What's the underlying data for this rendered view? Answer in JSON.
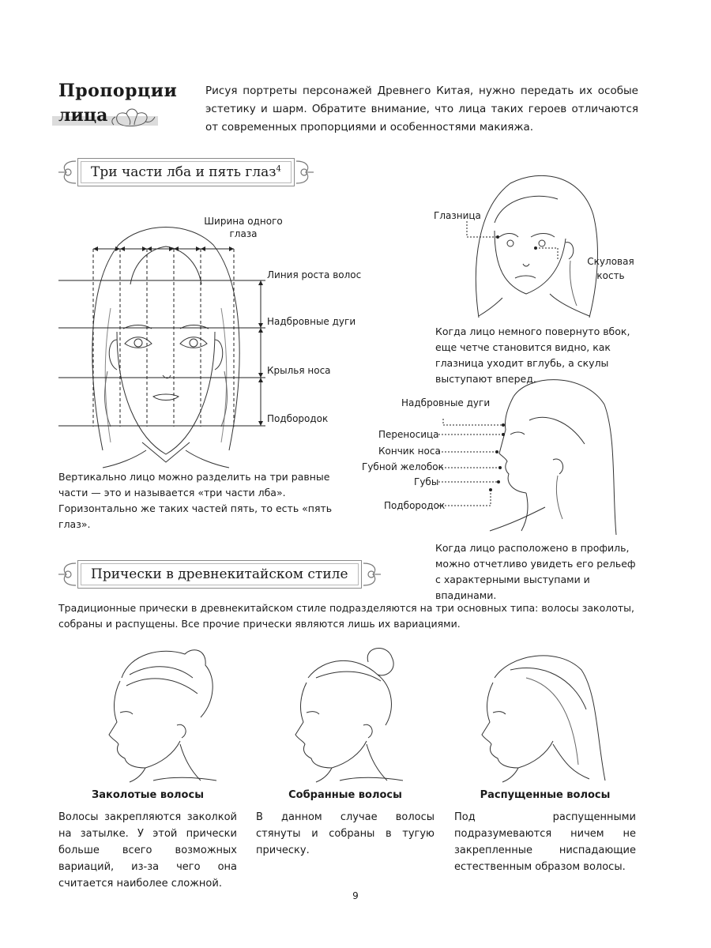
{
  "header": {
    "title_line1": "Пропорции",
    "title_line2": "лица",
    "intro": "Рисуя портреты персонажей Древнего Китая, нужно передать их особые эстетику и шарм. Обратите внимание, что лица таких героев отличаются от современных пропорциями и особенностями макияжа."
  },
  "section1": {
    "heading": "Три части лба и пять глаз",
    "heading_sup": "4",
    "front_labels": {
      "eye_width": "Ширина одного глаза",
      "hairline": "Линия роста волос",
      "brow": "Надбровные дуги",
      "nose": "Крылья носа",
      "chin": "Подбородок"
    },
    "front_caption": "Вертикально лицо можно разделить на три равные части — это и называется «три части лба». Горизонтально же таких частей пять, то есть «пять глаз».",
    "three_quarter_labels": {
      "eye_socket": "Глазница",
      "cheekbone": "Скуловая кость"
    },
    "three_quarter_caption": "Когда лицо немного повернуто вбок, еще четче становится видно, как глазница уходит вглубь, а скулы выступают вперед.",
    "profile_labels": {
      "brow": "Надбровные дуги",
      "bridge": "Переносица",
      "nose_tip": "Кончик носа",
      "philtrum": "Губной желобок",
      "lips": "Губы",
      "chin": "Подбородок"
    },
    "profile_caption": "Когда лицо расположено в профиль, можно отчетливо увидеть его рельеф с характерными выступами и впадинами."
  },
  "section2": {
    "heading": "Прически в древнекитайском стиле",
    "intro": "Традиционные прически в древнекитайском стиле подразделяются на три основных типа: волосы заколоты, собраны и распущены. Все прочие прически являются лишь их вариациями.",
    "styles": [
      {
        "title": "Заколотые волосы",
        "desc": "Волосы закрепляются заколкой на затылке. У этой прически больше всего возможных вариаций, из-за чего она считается наиболее сложной."
      },
      {
        "title": "Собранные волосы",
        "desc": "В данном случае волосы стянуты и собраны в тугую прическу."
      },
      {
        "title": "Распущенные волосы",
        "desc": "Под распущенными подразумеваются ничем не закрепленные ниспадающие естественным образом волосы."
      }
    ]
  },
  "footer": {
    "page_number": "9"
  }
}
